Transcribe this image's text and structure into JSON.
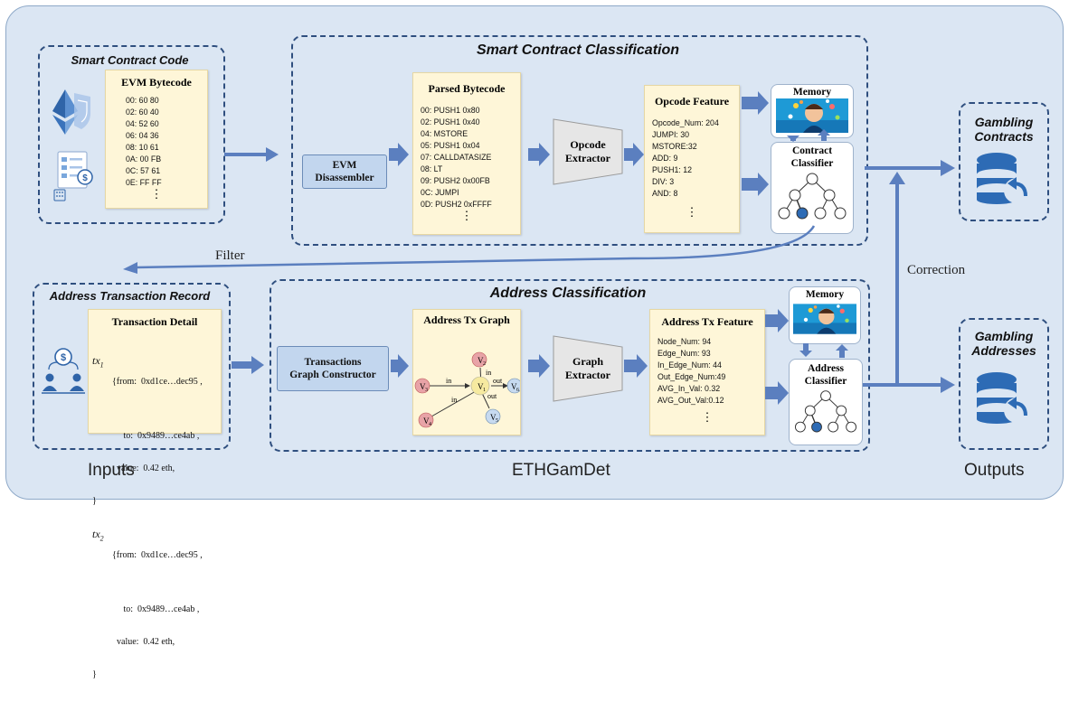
{
  "inputs_label": "Inputs",
  "system_label": "ETHGamDet",
  "outputs_label": "Outputs",
  "filter_label": "Filter",
  "correction_label": "Correction",
  "smart_contract_code": {
    "title": "Smart Contract Code",
    "bytecode_title": "EVM Bytecode",
    "bytecode_lines": [
      "00: 60 80",
      "02: 60 40",
      "04: 52 60",
      "06: 04 36",
      "08: 10 61",
      "0A: 00 FB",
      "0C: 57 61",
      "0E: FF FF"
    ],
    "ellipsis": "⋮"
  },
  "smart_contract_classification": {
    "title": "Smart Contract Classification",
    "disassembler_label_1": "EVM",
    "disassembler_label_2": "Disassembler",
    "parsed_title": "Parsed Bytecode",
    "parsed_lines": [
      "00: PUSH1 0x80",
      "02: PUSH1 0x40",
      "04: MSTORE",
      "05: PUSH1 0x04",
      "07: CALLDATASIZE",
      "08: LT",
      "09: PUSH2 0x00FB",
      "0C: JUMPI",
      "0D: PUSH2 0xFFFF"
    ],
    "extractor_label_1": "Opcode",
    "extractor_label_2": "Extractor",
    "feature_title": "Opcode Feature",
    "feature_lines": [
      "Opcode_Num: 204",
      "JUMPI: 30",
      "MSTORE:32",
      "ADD: 9",
      "PUSH1: 12",
      "DIV: 3",
      "AND: 8"
    ],
    "memory_label": "Memory",
    "classifier_label_1": "Contract",
    "classifier_label_2": "Classifier",
    "ellipsis": "⋮"
  },
  "address_transaction_record": {
    "title": "Address Transaction Record",
    "detail_title": "Transaction Detail",
    "tx1_label": "tx",
    "tx1_sub": "1",
    "tx2_label": "tx",
    "tx2_sub": "2",
    "tx_lines_1": [
      "{from:  0xd1ce…dec95 ,",
      "     to:  0x9489…ce4ab ,",
      "  value:  0.42 eth,",
      "}"
    ],
    "tx_lines_2": [
      "{from:  0xd1ce…dec95 ,",
      "     to:  0x9489…ce4ab ,",
      "  value:  0.42 eth,",
      "}"
    ]
  },
  "address_classification": {
    "title": "Address Classification",
    "constructor_label_1": "Transactions",
    "constructor_label_2": "Graph Constructor",
    "graph_title": "Address Tx Graph",
    "graph_nodes": [
      "V",
      "V",
      "V",
      "V",
      "V",
      "V"
    ],
    "graph_node_subs": [
      "2",
      "3",
      "1",
      "6",
      "4",
      "5"
    ],
    "edge_labels": [
      "in",
      "in",
      "out",
      "out",
      "in"
    ],
    "extractor_label_1": "Graph",
    "extractor_label_2": "Extractor",
    "feature_title": "Address Tx Feature",
    "feature_lines": [
      "Node_Num: 94",
      "Edge_Num: 93",
      "In_Edge_Num: 44",
      "Out_Edge_Num:49",
      "AVG_In_Val: 0.32",
      "AVG_Out_Val:0.12"
    ],
    "memory_label": "Memory",
    "classifier_label_1": "Address",
    "classifier_label_2": "Classifier",
    "ellipsis": "⋮"
  },
  "outputs": {
    "gambling_contracts_1": "Gambling",
    "gambling_contracts_2": "Contracts",
    "gambling_addresses_1": "Gambling",
    "gambling_addresses_2": "Addresses"
  },
  "colors": {
    "panel": "#dbe6f3",
    "arrow": "#5b7fbf",
    "dashed_border": "#2f4f7f",
    "yellow_box": "#fef6d8",
    "node_red": "#e8a3a7",
    "node_blue": "#c7daf0",
    "node_yellow": "#f6eaa0",
    "db_blue": "#2d6bb5"
  }
}
